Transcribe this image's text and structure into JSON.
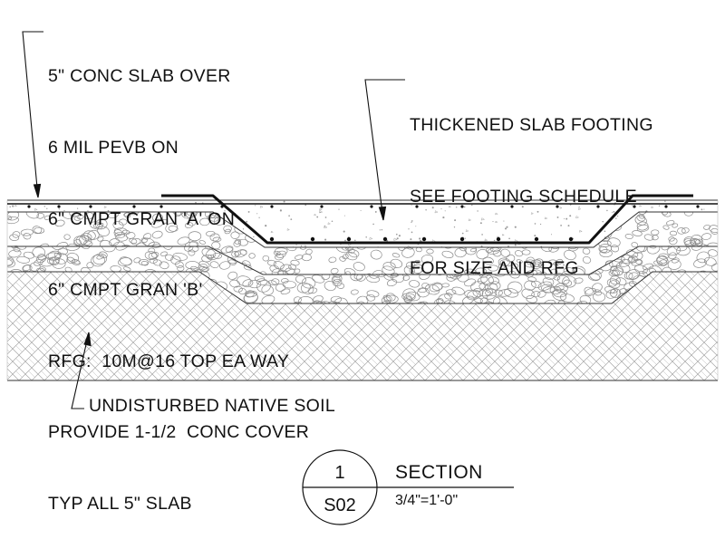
{
  "notes": {
    "slab": [
      "5\" CONC SLAB OVER",
      "6 MIL PEVB ON",
      "6\" CMPT GRAN 'A' ON",
      "6\" CMPT GRAN 'B'",
      "RFG:  10M@16 TOP EA WAY",
      "PROVIDE 1-1/2  CONC COVER",
      "TYP ALL 5\" SLAB"
    ],
    "footing": [
      "THICKENED SLAB FOOTING",
      "SEE FOOTING SCHEDULE",
      "FOR SIZE AND RFG"
    ],
    "soil": "UNDISTURBED NATIVE SOIL"
  },
  "detail_tag": {
    "number": "1",
    "sheet": "S02",
    "title": "SECTION",
    "scale": "3/4\"=1'-0\""
  },
  "colors": {
    "line": "#111111",
    "hatch": "#9a9a9a",
    "stone": "#8f8f8f",
    "speckle": "#a0a0a0"
  }
}
